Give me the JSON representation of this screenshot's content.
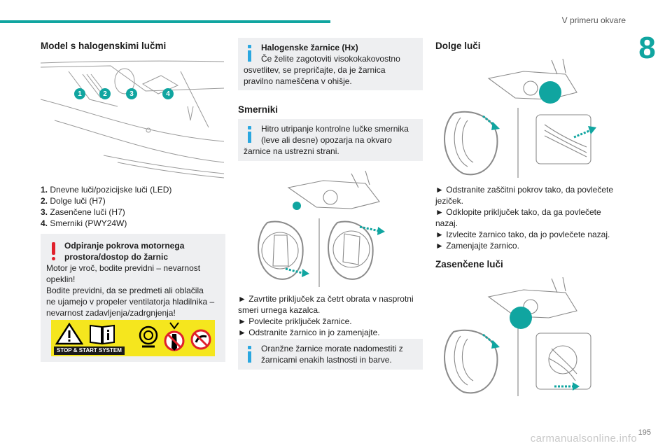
{
  "header": {
    "section_title": "V primeru okvare",
    "chapter": "8"
  },
  "col1": {
    "title": "Model s halogenskimi lučmi",
    "items": [
      {
        "n": "1.",
        "text": "Dnevne luči/pozicijske luči (LED)"
      },
      {
        "n": "2.",
        "text": "Dolge luči (H7)"
      },
      {
        "n": "3.",
        "text": "Zasenčene luči (H7)"
      },
      {
        "n": "4.",
        "text": "Smerniki (PWY24W)"
      }
    ],
    "callouts": [
      "1",
      "2",
      "3",
      "4"
    ],
    "warning": {
      "title1": "Odpiranje pokrova motornega",
      "title2": "prostora/dostop do žarnic",
      "lines": [
        "Motor je vroč, bodite previdni – nevarnost",
        "opeklin!",
        "Bodite previdni, da se predmeti ali oblačila",
        "ne ujamejo v propeler ventilatorja hladilnika –",
        "nevarnost zadavljenja/zadrgnjenja!"
      ],
      "badge": "STOP & START SYSTEM"
    }
  },
  "col2": {
    "info1": {
      "title": "Halogenske žarnice (Hx)",
      "lines": [
        "Če želite zagotoviti visokokakovostno",
        "osvetlitev, se prepričajte, da je žarnica",
        "pravilno nameščena v ohišje."
      ]
    },
    "title": "Smerniki",
    "info2": {
      "lines": [
        "Hitro utripanje kontrolne lučke smernika",
        "(leve ali desne) opozarja na okvaro",
        "žarnice na ustrezni strani."
      ]
    },
    "steps": [
      "► Zavrtite priključek za četrt obrata v nasprotni",
      "smeri urnega kazalca.",
      "► Povlecite priključek žarnice.",
      "► Odstranite žarnico in jo zamenjajte."
    ],
    "info3": {
      "lines": [
        "Oranžne žarnice morate nadomestiti z",
        "žarnicami enakih lastnosti in barve."
      ]
    }
  },
  "col3": {
    "title1": "Dolge luči",
    "steps": [
      "► Odstranite zaščitni pokrov tako, da povlečete",
      "jeziček.",
      "► Odklopite priključek tako, da ga povlečete",
      "nazaj.",
      "► Izvlecite žarnico tako, da jo povlečete nazaj.",
      "► Zamenjajte žarnico."
    ],
    "title2": "Zasenčene luči"
  },
  "footer": {
    "page_number": "195",
    "watermark": "carmanualsonline.info"
  },
  "colors": {
    "accent": "#10a5a0",
    "info": "#2aa7e0",
    "warning": "#e0202b",
    "box_bg": "#eeeff1"
  }
}
